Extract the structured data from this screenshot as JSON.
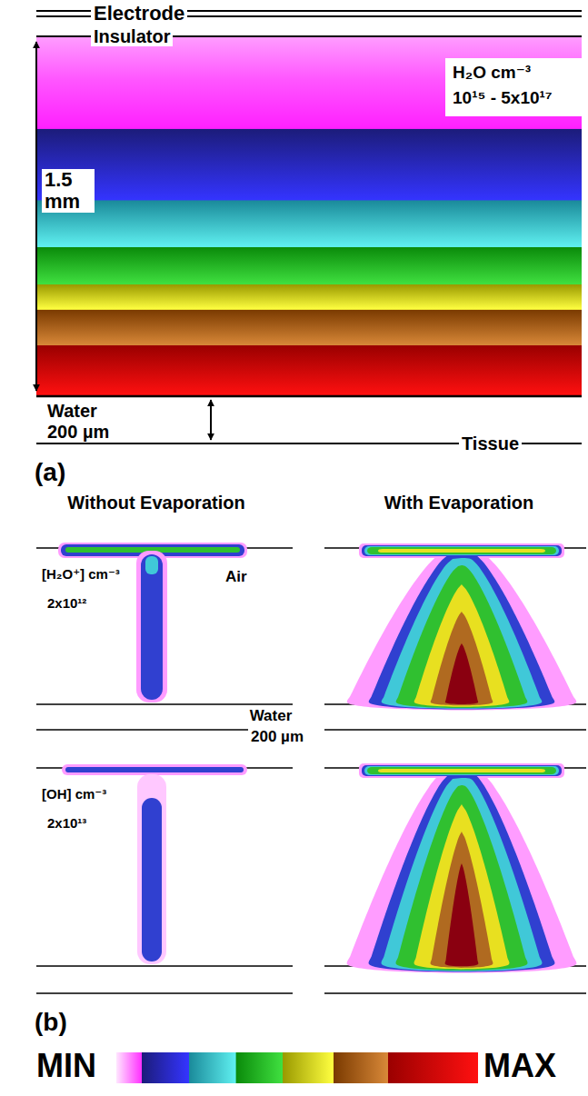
{
  "diagram": {
    "labels": [
      "Electrode",
      "Insulator",
      "H₂O cm⁻³",
      "10¹⁵ - 5x10¹⁷",
      "1.5 mm",
      "Water",
      "200 µm",
      "Tissue",
      "(a)",
      "Without Evaporation",
      "With Evaporation",
      "[H₂O⁺] cm⁻³",
      "2x10¹²",
      "Air",
      "Water",
      "200 µm",
      "[OH] cm⁻³",
      "2x10¹³",
      "(b)",
      "MIN",
      "MAX"
    ]
  }
}
